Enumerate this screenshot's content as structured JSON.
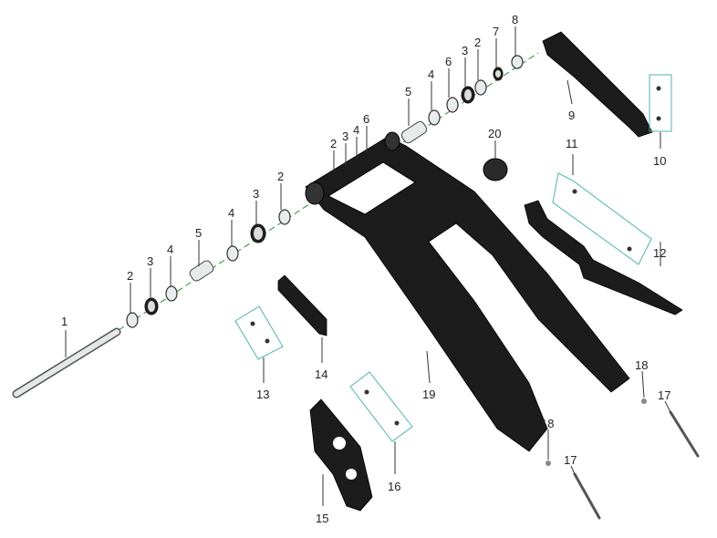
{
  "diagram": {
    "type": "exploded parts diagram",
    "colors": {
      "axis_line": "#2e8b3a",
      "group_box": "#4fb3a9",
      "parts": "#1c1c1c"
    },
    "callouts": [
      "1",
      "2",
      "3",
      "4",
      "5",
      "4",
      "3",
      "2",
      "2",
      "3",
      "4",
      "6",
      "5",
      "4",
      "6",
      "3",
      "2",
      "7",
      "8",
      "9",
      "10",
      "11",
      "12",
      "13",
      "14",
      "15",
      "16",
      "17",
      "17",
      "18",
      "18",
      "19",
      "20"
    ]
  }
}
